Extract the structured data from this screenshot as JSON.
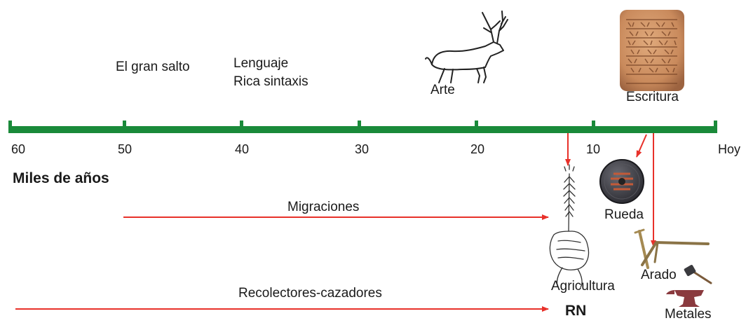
{
  "events": {
    "gran_salto": "El gran salto",
    "lenguaje": "Lenguaje",
    "rica_sintaxis": "Rica sintaxis",
    "arte": "Arte",
    "escritura": "Escritura"
  },
  "axis": {
    "ticks": [
      "60",
      "50",
      "40",
      "30",
      "20",
      "10",
      "Hoy"
    ],
    "unit_label": "Miles de años",
    "color": "#1a8a3a"
  },
  "arrows": {
    "migraciones": "Migraciones",
    "recolectores": "Recolectores-cazadores",
    "rn": "RN",
    "color": "#e8312a"
  },
  "inventions": {
    "rueda": "Rueda",
    "agricultura": "Agricultura",
    "arado": "Arado",
    "metales": "Metales"
  },
  "icons": [
    "deer-painting-icon",
    "clay-tablet-icon",
    "wheel-icon",
    "wheat-hand-icon",
    "plow-icon",
    "hammer-icon",
    "anvil-icon"
  ]
}
